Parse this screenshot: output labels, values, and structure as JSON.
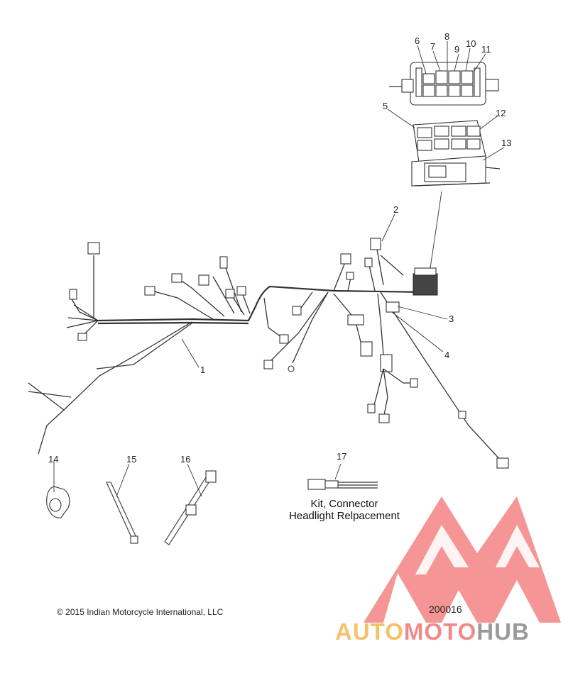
{
  "callouts": {
    "c1": "1",
    "c2": "2",
    "c3": "3",
    "c4": "4",
    "c5": "5",
    "c6": "6",
    "c7": "7",
    "c8": "8",
    "c9": "9",
    "c10": "10",
    "c11": "11",
    "c12": "12",
    "c13": "13",
    "c14": "14",
    "c15": "15",
    "c16": "16",
    "c17": "17"
  },
  "kit": {
    "line1": "Kit, Connector",
    "line2": "Headlight Relpacement"
  },
  "footer": {
    "copyright": "© 2015 Indian Motorcycle International, LLC",
    "drawing_number": "200016"
  },
  "watermark": {
    "part1": "AUTO",
    "part2": "MOTO",
    "part3": "HUB",
    "colors": {
      "auto": "#f5c16c",
      "moto": "#f08a8a",
      "hub": "#9a9a9a",
      "logo": "#f25a5a"
    }
  }
}
